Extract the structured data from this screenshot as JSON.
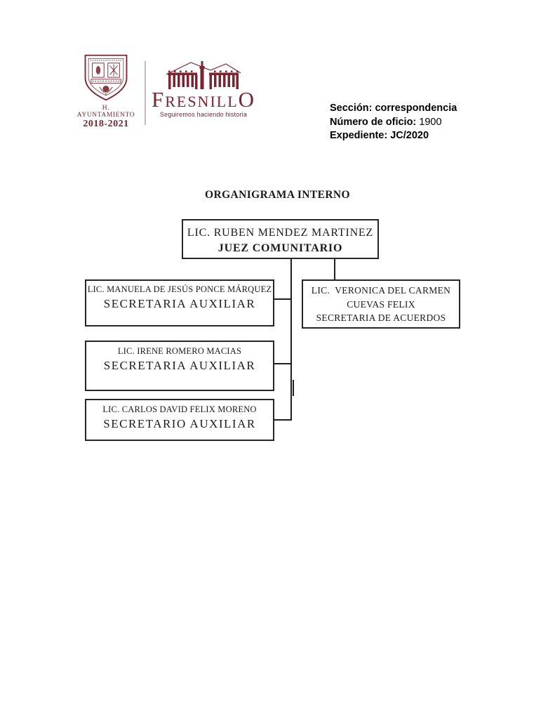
{
  "document": {
    "title": "ORGANIGRAMA INTERNO"
  },
  "letterhead": {
    "coat_of_arms": {
      "caption_line1": "H. AYUNTAMIENTO",
      "caption_line2": "2018-2021"
    },
    "brand": {
      "wordmark_first": "F",
      "wordmark_middle": "RESNILL",
      "wordmark_last": "O",
      "tagline": "Seguiremos haciendo historia"
    },
    "meta": {
      "seccion_label": "Sección:",
      "seccion_value": "correspondencia",
      "oficio_label": "Número de oficio:",
      "oficio_value": "1900",
      "expediente_label": "Expediente:",
      "expediente_value": "JC/2020"
    }
  },
  "org_chart": {
    "root": {
      "name": "LIC. RUBEN MENDEZ MARTINEZ",
      "role": "JUEZ COMUNITARIO"
    },
    "subordinates": [
      {
        "name": "LIC. MANUELA DE JESÚS PONCE MÁRQUEZ",
        "role": "SECRETARIA AUXILIAR"
      },
      {
        "line1": "LIC.  VERONICA DEL CARMEN",
        "line2": "CUEVAS FELIX",
        "line3": "SECRETARIA DE ACUERDOS"
      },
      {
        "name": "LIC. IRENE ROMERO MACIAS",
        "role": "SECRETARIA AUXILIAR"
      },
      {
        "name": "LIC. CARLOS DAVID FELIX MORENO",
        "role": "SECRETARIO AUXILIAR"
      }
    ]
  },
  "colors": {
    "brand_maroon": "#7a2530",
    "line_color": "#1f1f1f"
  }
}
